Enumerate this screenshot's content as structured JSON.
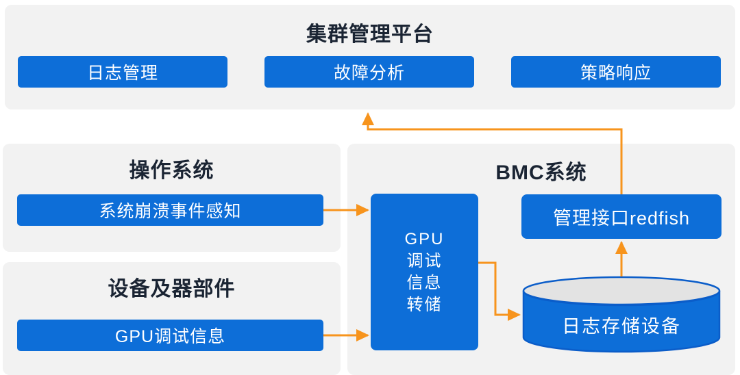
{
  "diagram": {
    "cluster_panel": {
      "title": "集群管理平台",
      "buttons": [
        {
          "label": "日志管理"
        },
        {
          "label": "故障分析"
        },
        {
          "label": "策略响应"
        }
      ]
    },
    "os_panel": {
      "title": "操作系统",
      "bar_label": "系统崩溃事件感知"
    },
    "device_panel": {
      "title": "设备及器部件",
      "bar_label": "GPU调试信息"
    },
    "bmc_panel": {
      "title": "BMC系统",
      "dump_box": {
        "label": "GPU调试信息转储",
        "lines": [
          "GPU",
          "调试",
          "信息",
          "转储"
        ]
      },
      "redfish_bar_label": "管理接口redfish",
      "storage_cylinder_label": "日志存储设备"
    },
    "connections": [
      {
        "from": "系统崩溃事件感知",
        "to": "GPU调试信息转储"
      },
      {
        "from": "GPU调试信息",
        "to": "GPU调试信息转储"
      },
      {
        "from": "GPU调试信息转储",
        "to": "日志存储设备"
      },
      {
        "from": "日志存储设备",
        "to": "管理接口redfish"
      },
      {
        "from": "管理接口redfish",
        "to": "集群管理平台"
      }
    ],
    "colors": {
      "node_blue": "#0d6ed8",
      "cylinder_border_blue": "#0b5dc9",
      "cylinder_top_gray": "#e3e3e3",
      "arrow_orange": "#f7941d",
      "panel_gray": "#f2f2f2",
      "title_dark": "#1a2433"
    }
  }
}
